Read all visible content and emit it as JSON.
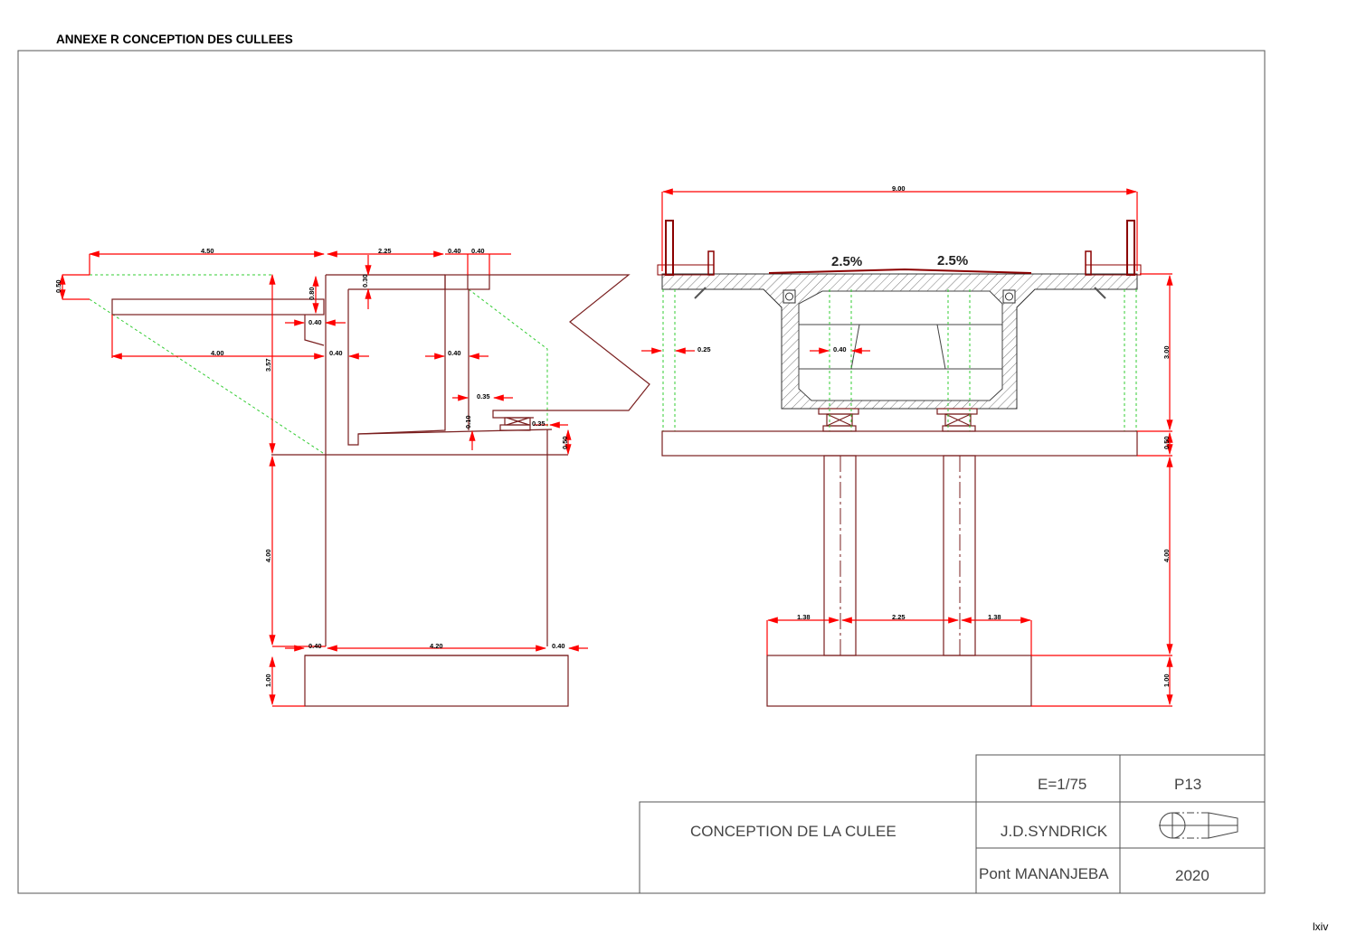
{
  "header": {
    "annex_title": "ANNEXE R CONCEPTION DES CULLEES"
  },
  "footer": {
    "page_number": "lxiv"
  },
  "left_view": {
    "dims": [
      "4.50",
      "2.25",
      "0.40",
      "0.40",
      "0.50",
      "0.80",
      "0.30",
      "0.40",
      "4.00",
      "0.40",
      "0.40",
      "3.57",
      "0.35",
      "0.10",
      "0.35",
      "0.50",
      "4.00",
      "0.40",
      "4.20",
      "0.40",
      "1.00"
    ]
  },
  "right_view": {
    "dims": [
      "9.00",
      "0.25",
      "0.40",
      "3.00",
      "0.50",
      "4.00",
      "1.38",
      "2.25",
      "1.38",
      "1.00"
    ],
    "slopes": [
      "2.5%",
      "2.5%"
    ]
  },
  "title_block": {
    "scale": "E=1/75",
    "sheet": "P13",
    "title": "CONCEPTION DE LA CULEE",
    "author": "J.D.SYNDRICK",
    "project": "Pont MANANJEBA",
    "year": "2020",
    "projection_symbol": "first-angle-projection-icon"
  },
  "colors": {
    "dimension": "#ff0000",
    "outline": "#7a1f1f",
    "hidden": "#33cc33"
  }
}
